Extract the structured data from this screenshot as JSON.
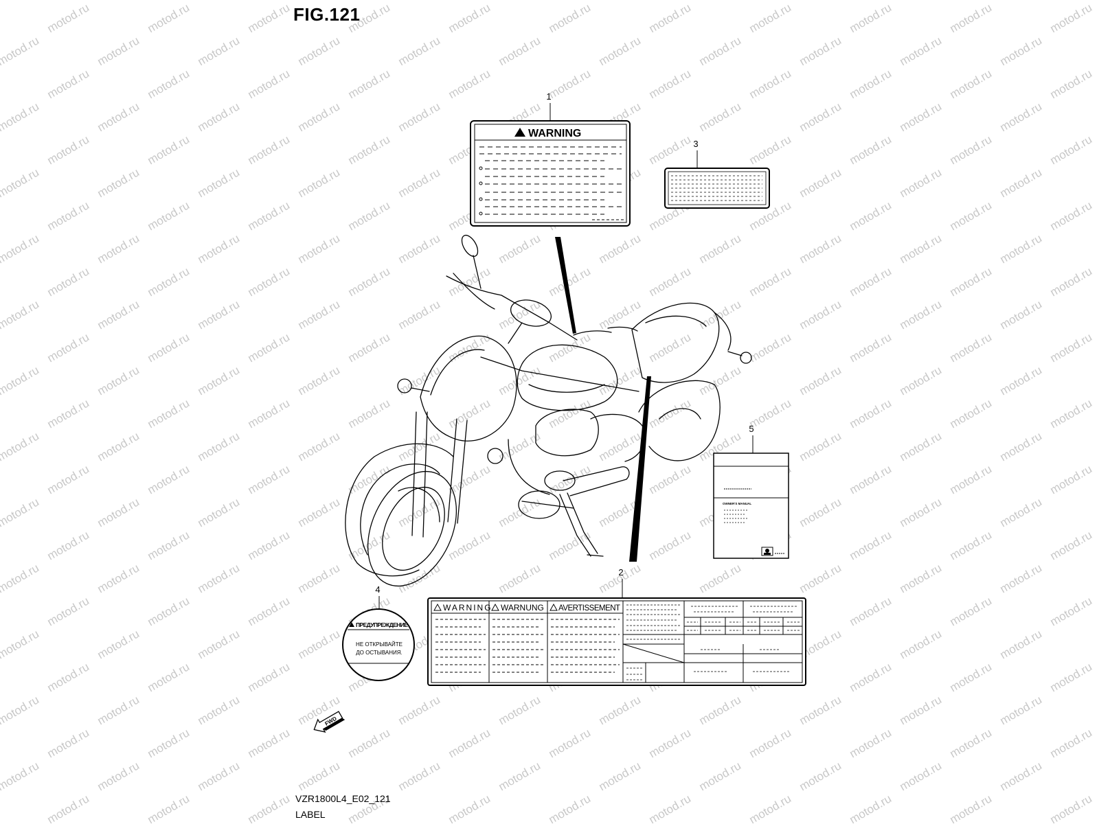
{
  "figure": {
    "title": "FIG.121",
    "model_code": "VZR1800L4_E02_121",
    "section": "LABEL"
  },
  "watermark": {
    "text": "motod.ru",
    "color": "#c8c8c8"
  },
  "callouts": [
    "1",
    "2",
    "3",
    "4",
    "5"
  ],
  "labels": {
    "warning_label": {
      "heading": "WARNING"
    },
    "tire_label": {
      "heading_1": "WARNING",
      "heading_2": "WARNUNG",
      "heading_3": "AVERTISSEMENT"
    },
    "radiator_cap_label": {
      "heading": "ПРЕДУПРЕЖДЕНИЕ",
      "line_1": "НЕ ОТКРЫВАЙТЕ",
      "line_2": "ДО ОСТЫВАНИЯ."
    },
    "manual": {
      "title": "OWNER'S MANUAL"
    }
  },
  "direction_marker": {
    "text": "FWD"
  },
  "colors": {
    "line": "#000000",
    "background": "#ffffff"
  },
  "icons": [
    "warning-triangle-icon",
    "fwd-arrow-icon"
  ]
}
